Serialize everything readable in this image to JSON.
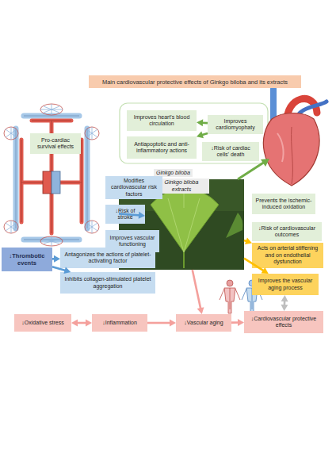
{
  "diagram": {
    "title": "Main cardiovascular protective effects of Ginkgo biloba and its extracts",
    "nodes": [
      {
        "text": [
          "Improves heart's blood circulation"
        ]
      },
      {
        "text": [
          "Improves cardiomyophaty"
        ]
      },
      {
        "text": [
          "Pro-cardiac survival effects"
        ]
      },
      {
        "text": [
          "Antiapoptotic and anti-inflammatory actions"
        ]
      },
      {
        "text": [
          "↓Risk of cardiac cells' death"
        ]
      },
      {
        "text": [
          "Ginkgo biloba",
          "Ginkgo biloba extracts"
        ]
      },
      {
        "text": [
          "Modifies cardiovascular risk factors"
        ]
      },
      {
        "text": [
          "Prevents the ischemic-induced oxidation"
        ]
      },
      {
        "text": [
          "↓Risk of stroke"
        ]
      },
      {
        "text": [
          "↓Risk of cardiovascular outcomes"
        ]
      },
      {
        "text": [
          "Improves vascular functioning"
        ]
      },
      {
        "text": [
          "Acts on arterial stiffening and on endothelial dysfunction"
        ]
      },
      {
        "text": [
          "↓Thrombotic events"
        ]
      },
      {
        "text": [
          "Antagonizes the actions of platelet-activating factor"
        ]
      },
      {
        "text": [
          "Improves the vascular aging process"
        ]
      },
      {
        "text": [
          "Inhibits collagen-stimulated platelet aggregation"
        ]
      },
      {
        "text": [
          "↓Oxidative stress"
        ]
      },
      {
        "text": [
          "↓Inflammation"
        ]
      },
      {
        "text": [
          "↓Vascular aging"
        ]
      },
      {
        "text": [
          "↓Cardiovascular protective effects"
        ]
      }
    ],
    "edges": [
      {
        "from": 1,
        "to": 0,
        "arrow": "to"
      },
      {
        "from": 1,
        "to": 3,
        "arrow": "to"
      },
      {
        "from": 5,
        "to": 8,
        "arrow": "to"
      },
      {
        "from": 12,
        "to": 13,
        "arrow": "to"
      },
      {
        "from": 12,
        "to": 15,
        "arrow": "to"
      },
      {
        "from": 5,
        "to": 11,
        "arrow": "to"
      },
      {
        "from": 5,
        "to": 14,
        "arrow": "to"
      },
      {
        "from": 5,
        "to": 18,
        "arrow": "to"
      },
      {
        "from": 16,
        "to": 17,
        "arrow": "both"
      },
      {
        "from": 17,
        "to": 18,
        "arrow": "to"
      },
      {
        "from": 18,
        "to": 19,
        "arrow": "to"
      },
      {
        "from": 14,
        "to": 19,
        "arrow": "both"
      }
    ]
  }
}
